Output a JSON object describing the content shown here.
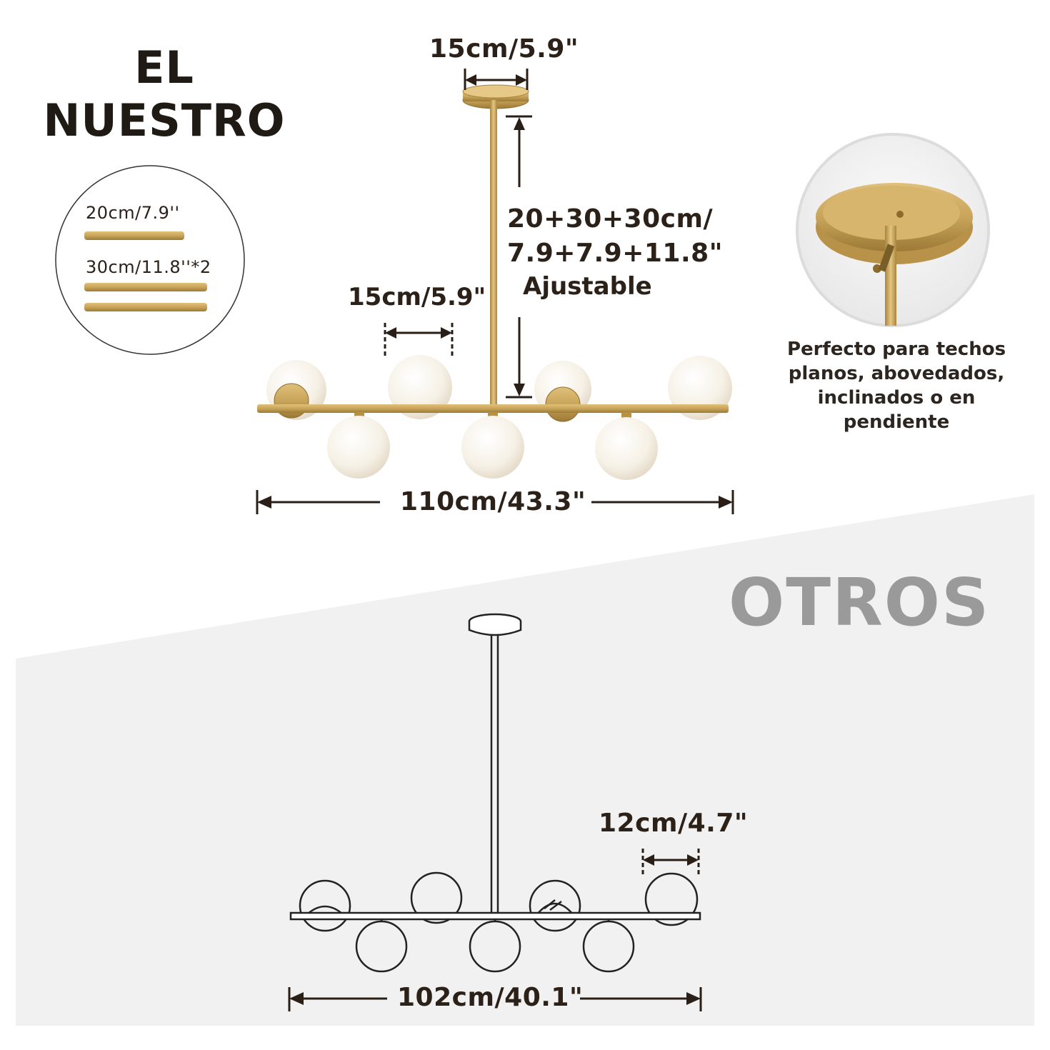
{
  "ours": {
    "heading_line1": "EL",
    "heading_line2": "NUESTRO",
    "canopy_width": "15cm/5.9\"",
    "rod_length_line1": "20+30+30cm/",
    "rod_length_line2": "7.9+7.9+11.8\"",
    "rod_length_line3": "Ajustable",
    "globe_diameter": "15cm/5.9\"",
    "total_width": "110cm/43.3\"",
    "rods": {
      "rod_short": "20cm/7.9''",
      "rod_long": "30cm/11.8''*2"
    },
    "ceiling_caption": "Perfecto para techos planos, abovedados, inclinados o en pendiente"
  },
  "others": {
    "heading": "OTROS",
    "globe_diameter": "12cm/4.7\"",
    "total_width": "102cm/40.1\""
  },
  "colors": {
    "brass": "#c9a45a",
    "brass_dark": "#a9853e",
    "glass": "#f6f1e6",
    "outline": "#222222",
    "heading_gray": "#9a9a9a"
  }
}
